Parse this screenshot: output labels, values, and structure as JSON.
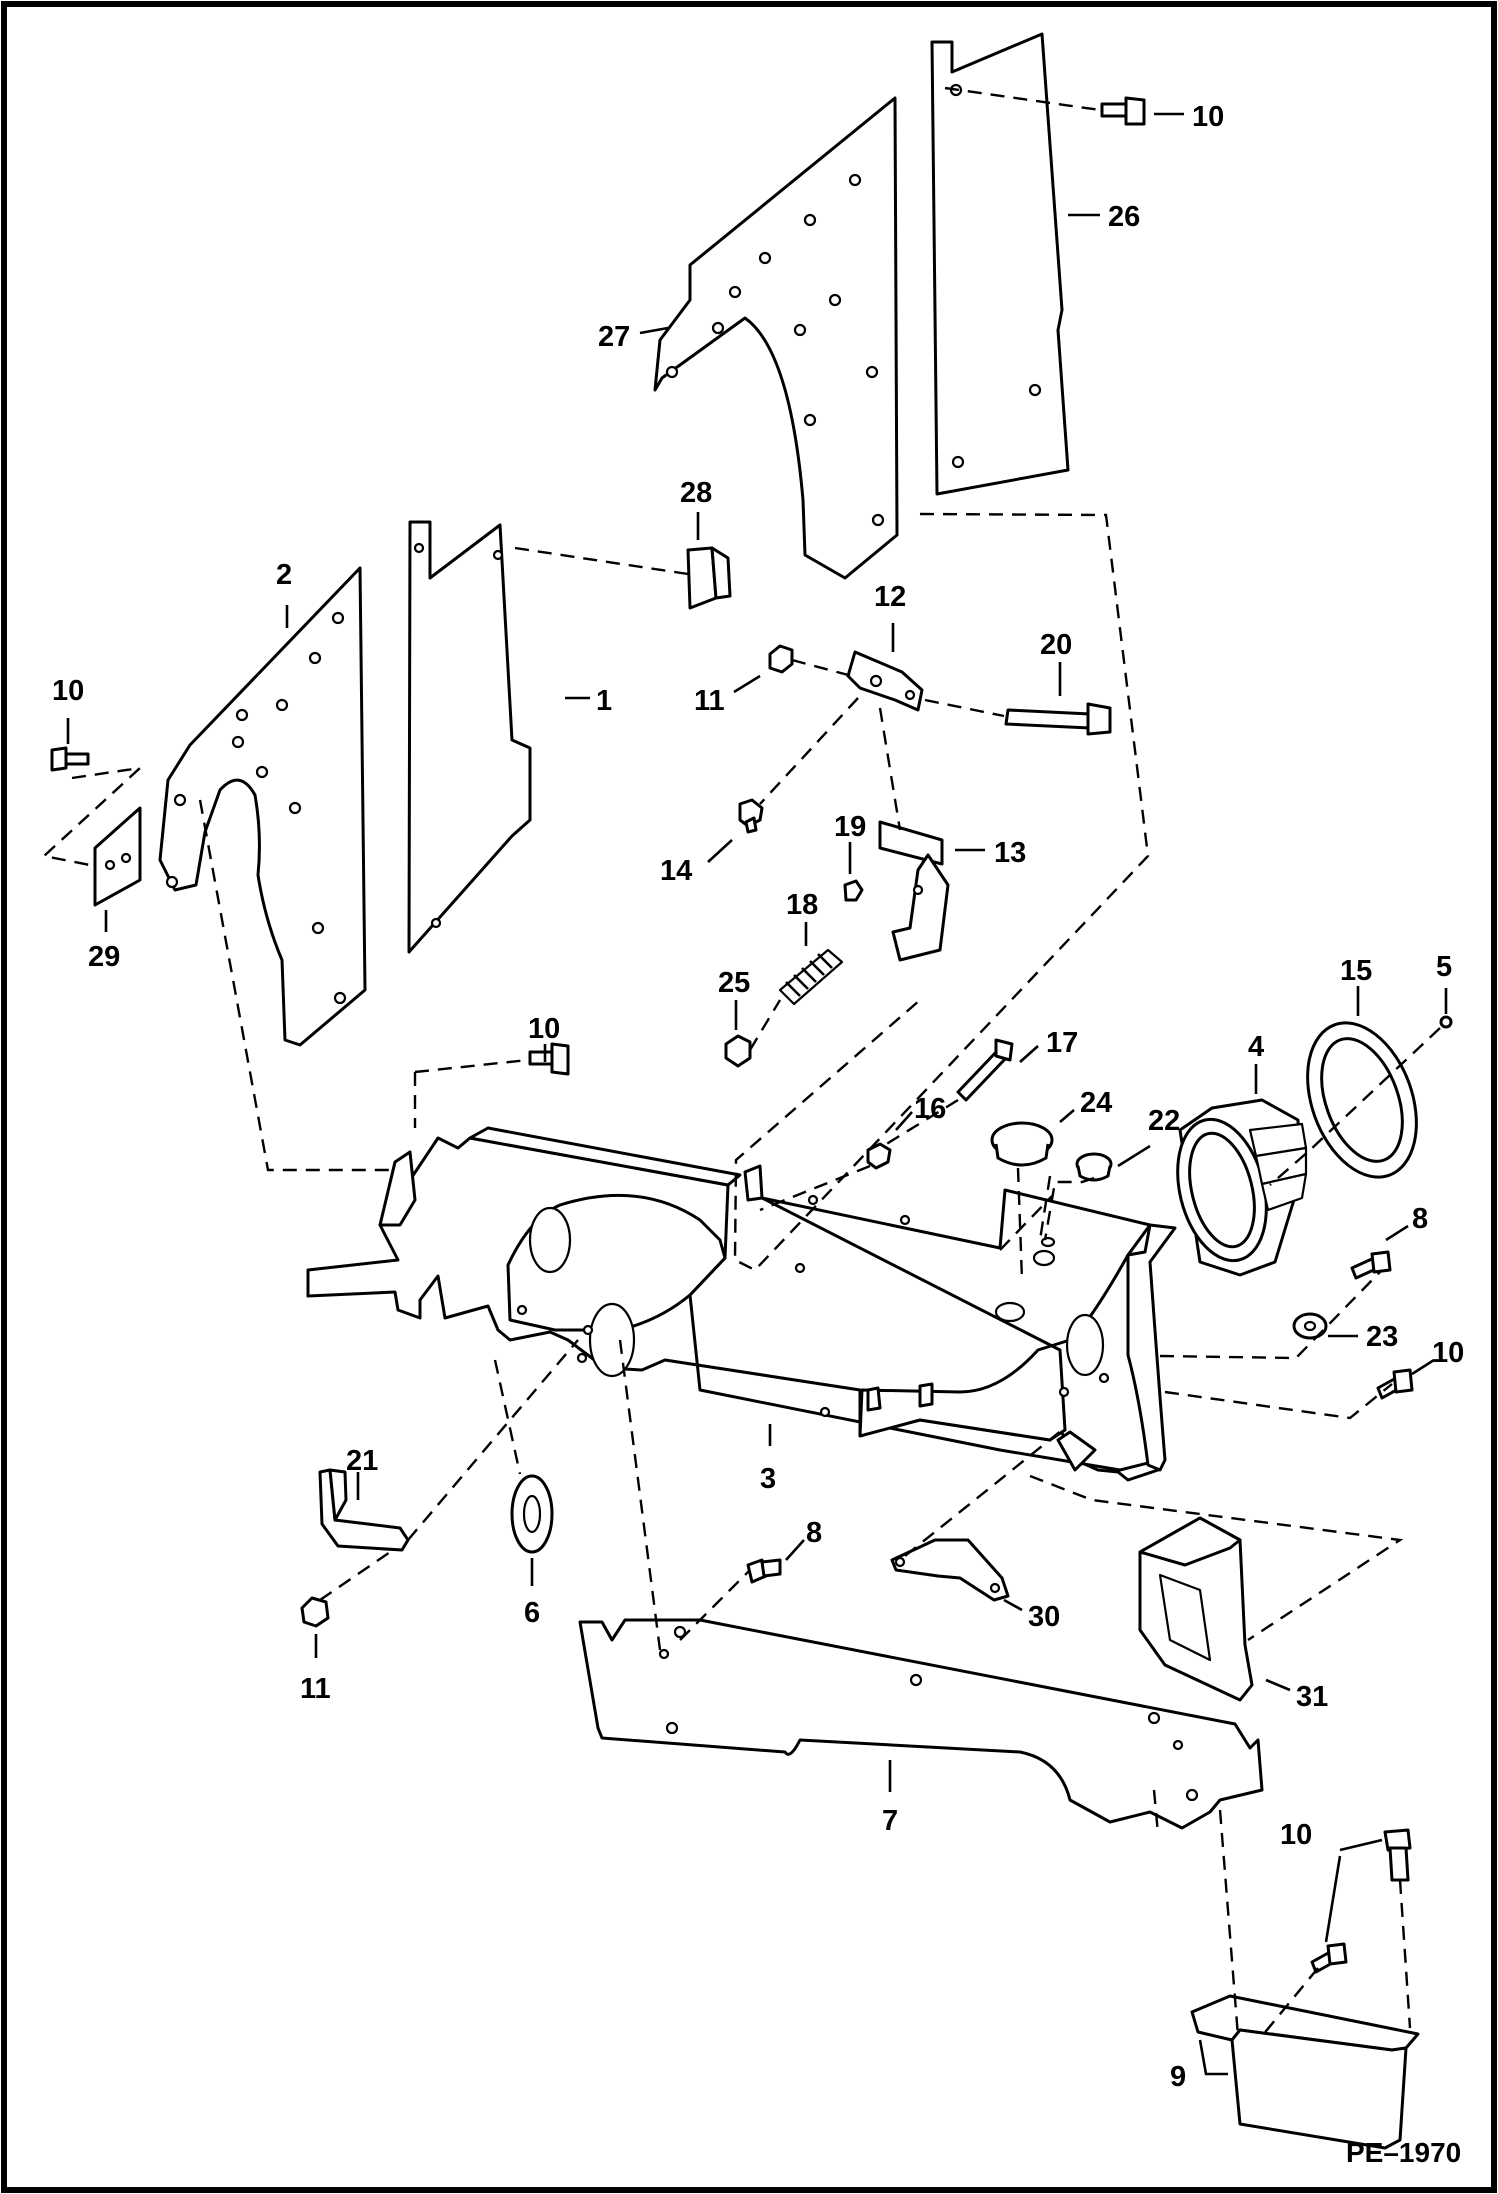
{
  "drawing_code": "PE–1970",
  "callouts": [
    {
      "id": "c10a",
      "label": "10"
    },
    {
      "id": "c26",
      "label": "26"
    },
    {
      "id": "c27",
      "label": "27"
    },
    {
      "id": "c28",
      "label": "28"
    },
    {
      "id": "c2",
      "label": "2"
    },
    {
      "id": "c1",
      "label": "1"
    },
    {
      "id": "c12",
      "label": "12"
    },
    {
      "id": "c20",
      "label": "20"
    },
    {
      "id": "c11a",
      "label": "11"
    },
    {
      "id": "c10b",
      "label": "10"
    },
    {
      "id": "c14",
      "label": "14"
    },
    {
      "id": "c19",
      "label": "19"
    },
    {
      "id": "c13",
      "label": "13"
    },
    {
      "id": "c29",
      "label": "29"
    },
    {
      "id": "c18",
      "label": "18"
    },
    {
      "id": "c25",
      "label": "25"
    },
    {
      "id": "c15",
      "label": "15"
    },
    {
      "id": "c5",
      "label": "5"
    },
    {
      "id": "c10c",
      "label": "10"
    },
    {
      "id": "c17",
      "label": "17"
    },
    {
      "id": "c4",
      "label": "4"
    },
    {
      "id": "c16",
      "label": "16"
    },
    {
      "id": "c24",
      "label": "24"
    },
    {
      "id": "c22",
      "label": "22"
    },
    {
      "id": "c8a",
      "label": "8"
    },
    {
      "id": "c23",
      "label": "23"
    },
    {
      "id": "c10d",
      "label": "10"
    },
    {
      "id": "c3",
      "label": "3"
    },
    {
      "id": "c21",
      "label": "21"
    },
    {
      "id": "c6",
      "label": "6"
    },
    {
      "id": "c8b",
      "label": "8"
    },
    {
      "id": "c30",
      "label": "30"
    },
    {
      "id": "c31",
      "label": "31"
    },
    {
      "id": "c11b",
      "label": "11"
    },
    {
      "id": "c7",
      "label": "7"
    },
    {
      "id": "c10e",
      "label": "10"
    },
    {
      "id": "c9",
      "label": "9"
    }
  ]
}
